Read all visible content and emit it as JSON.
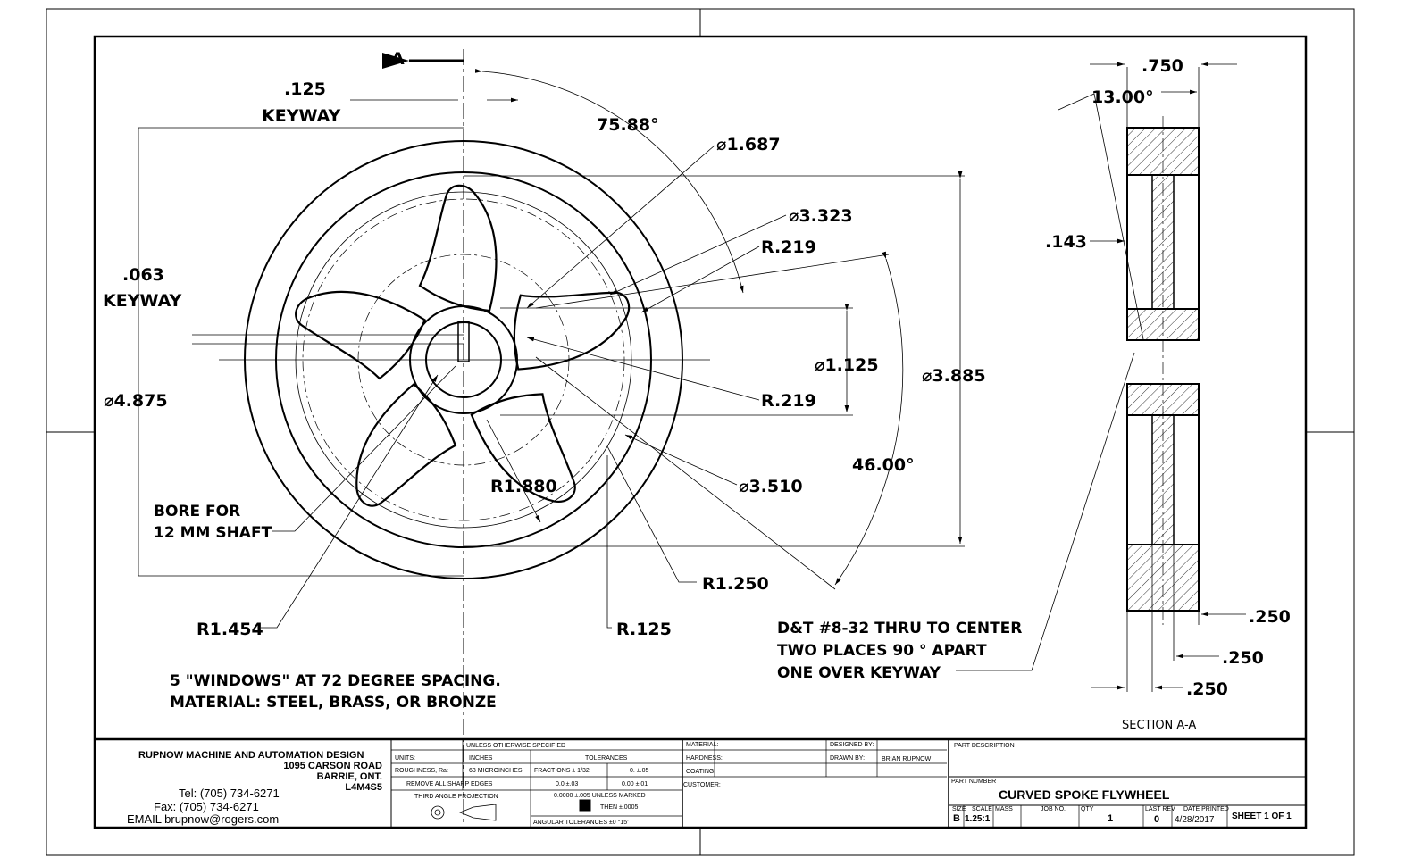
{
  "section_marker": "A",
  "dimensions": {
    "keyway_125": ".125",
    "keyway_125_label": "KEYWAY",
    "keyway_063": ".063",
    "keyway_063_label": "KEYWAY",
    "angle_75": "75.88°",
    "dia_1687": "⌀1.687",
    "dia_3323": "⌀3.323",
    "r219_top": "R.219",
    "r219_bottom": "R.219",
    "dia_1125": "⌀1.125",
    "dia_3885": "⌀3.885",
    "dia_4875": "⌀4.875",
    "angle_46": "46.00°",
    "dia_3510": "⌀3.510",
    "r1880": "R1.880",
    "r1250": "R1.250",
    "r1454": "R1.454",
    "r125": "R.125",
    "sec_750": ".750",
    "sec_13deg": "13.00°",
    "sec_143": ".143",
    "sec_250_a": ".250",
    "sec_250_b": ".250",
    "sec_250_c": ".250"
  },
  "notes": {
    "bore_line1": "BORE FOR",
    "bore_line2": "12 MM SHAFT",
    "windows": "5 \"WINDOWS\" AT 72 DEGREE SPACING.",
    "material": "MATERIAL: STEEL, BRASS, OR BRONZE",
    "dt_line1": "D&T #8-32 THRU TO CENTER",
    "dt_line2": "TWO PLACES 90 ° APART",
    "dt_line3": "ONE OVER KEYWAY",
    "section_label": "SECTION A-A"
  },
  "title_block": {
    "company": "RUPNOW MACHINE AND AUTOMATION DESIGN",
    "address1": "1095 CARSON ROAD",
    "address2": "BARRIE, ONT.",
    "postal": "L4M4S5",
    "tel": "Tel: (705) 734-6271",
    "fax": "Fax: (705) 734-6271",
    "email": "EMAIL brupnow@rogers.com",
    "unless": "UNLESS OTHERWISE SPECIFIED",
    "units_label": "UNITS:",
    "units_value": "INCHES",
    "tolerances": "TOLERANCES",
    "roughness_label": "ROUGHNESS, Ra:",
    "roughness_value": "63 MICROINCHES",
    "fractions": "FRACTIONS ± 1/32",
    "tol_0": "0.   ±.05",
    "remove_edges": "REMOVE ALL SHARP EDGES",
    "tol_00": "0.0   ±.03",
    "tol_000": "0.00   ±.01",
    "projection": "THIRD ANGLE PROJECTION",
    "tol_0000": "0.0000   ±.005 UNLESS MARKED",
    "then": "THEN  ±.0005",
    "angular": "ANGULAR TOLERANCES    ±0 °15'",
    "material": "MATERIAL:",
    "hardness": "HARDNESS:",
    "coating": "COATING:",
    "designed_by": "DESIGNED BY:",
    "drawn_by": "DRAWN BY:",
    "drawn_by_value": "BRIAN RUPNOW",
    "customer": "CUSTOMER:",
    "part_description": "PART DESCRIPTION",
    "part_number_label": "PART NUMBER",
    "part_number": "CURVED SPOKE FLYWHEEL",
    "size_label": "SIZE",
    "size": "B",
    "scale_label": "SCALE",
    "scale": "1.25:1",
    "mass_label": "MASS",
    "job_label": "JOB NO.",
    "qty_label": "QTY",
    "qty": "1",
    "rev_label": "LAST REV",
    "rev": "0",
    "date_label": "DATE PRINTED",
    "date": "4/28/2017",
    "sheet": "SHEET 1 OF 1"
  }
}
